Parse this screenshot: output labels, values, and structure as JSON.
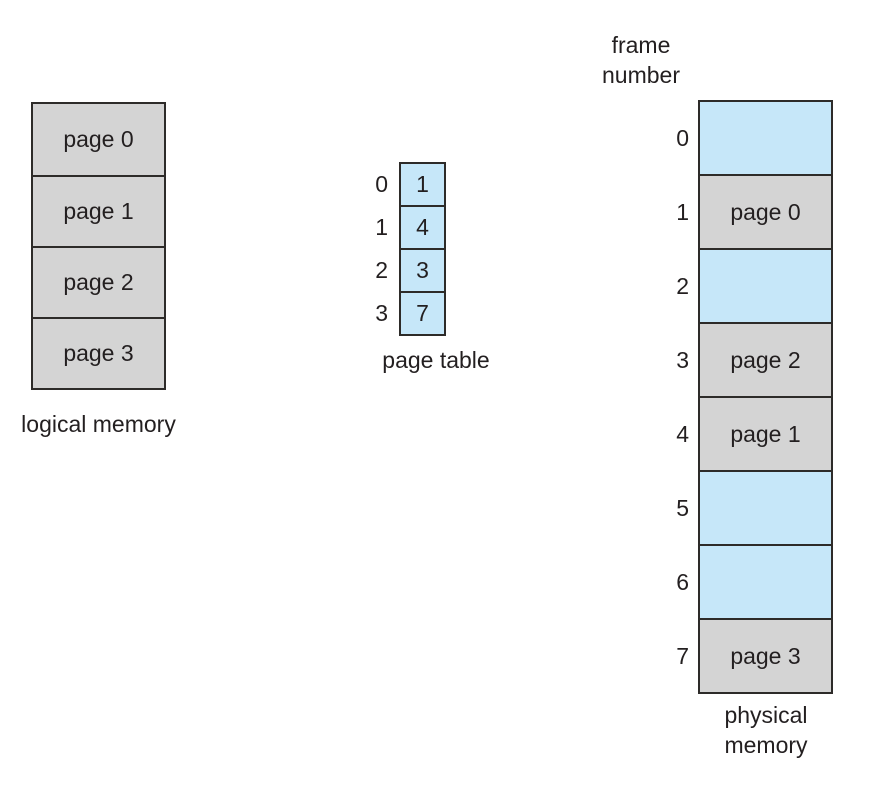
{
  "colors": {
    "page_fill": "#d4d4d4",
    "frame_fill": "#c6e7f9",
    "line": "#2d2b29",
    "text": "#231f20",
    "background": "#ffffff"
  },
  "logical_memory": {
    "label": "logical memory",
    "pages": [
      "page 0",
      "page 1",
      "page 2",
      "page 3"
    ]
  },
  "page_table": {
    "label": "page table",
    "entries": [
      {
        "index": "0",
        "frame": "1"
      },
      {
        "index": "1",
        "frame": "4"
      },
      {
        "index": "2",
        "frame": "3"
      },
      {
        "index": "3",
        "frame": "7"
      }
    ]
  },
  "physical_memory": {
    "header": "frame number",
    "label": "physical memory",
    "frames": [
      {
        "number": "0",
        "content": ""
      },
      {
        "number": "1",
        "content": "page 0"
      },
      {
        "number": "2",
        "content": ""
      },
      {
        "number": "3",
        "content": "page 2"
      },
      {
        "number": "4",
        "content": "page 1"
      },
      {
        "number": "5",
        "content": ""
      },
      {
        "number": "6",
        "content": ""
      },
      {
        "number": "7",
        "content": "page 3"
      }
    ]
  }
}
